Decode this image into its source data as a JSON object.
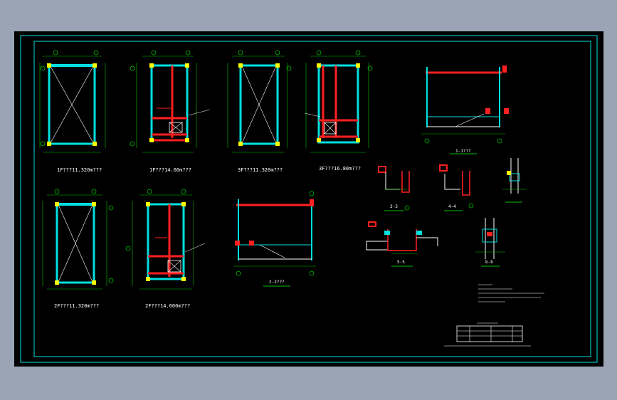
{
  "colors": {
    "background": "#9aa4b4",
    "sheet": "#000000",
    "border": "#00e0e0",
    "wall": "#00e0e0",
    "beam": "#ff2020",
    "column": "#ffff00",
    "dim": "#00c000",
    "text": "#ffffff"
  },
  "plans": {
    "p1": "1F???11.320m???",
    "p2": "1F???14.60m???",
    "p3": "3F???11.320m???",
    "p4": "3F???16.80m???",
    "p5": "2F???11.320m???",
    "p6": "2F???14.600m???"
  },
  "sections": {
    "s11": "1-1???",
    "s22": "2-2???",
    "s33": "3-3",
    "s44": "4-4",
    "s55": "5-5",
    "sbb": "b-b"
  }
}
